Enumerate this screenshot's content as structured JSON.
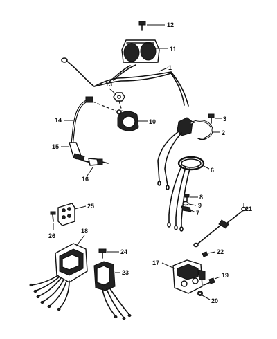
{
  "callouts": {
    "c1": "1",
    "c2": "2",
    "c3": "3",
    "c6": "6",
    "c7": "7",
    "c8": "8",
    "c9": "9",
    "c10": "10",
    "c11": "11",
    "c12": "12",
    "c13": "13",
    "c14": "14",
    "c15": "15",
    "c16": "16",
    "c17": "17",
    "c18": "18",
    "c19": "19",
    "c20": "20",
    "c21": "21",
    "c22": "22",
    "c23": "23",
    "c24": "24",
    "c25": "25",
    "c26": "26"
  }
}
